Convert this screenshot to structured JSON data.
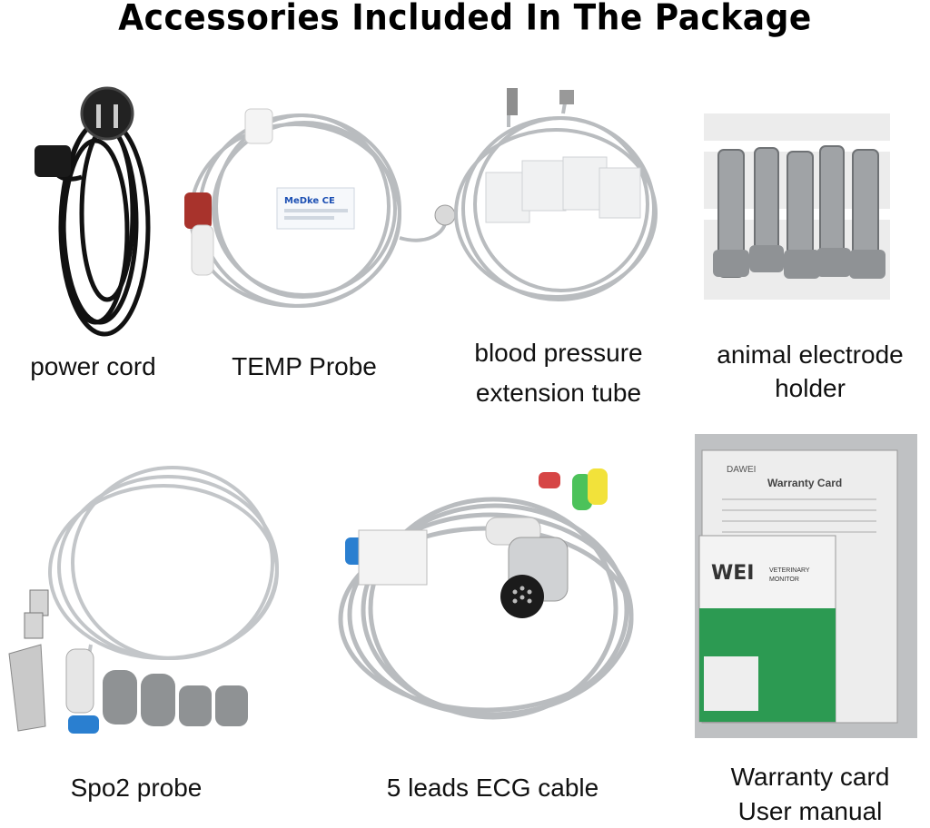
{
  "title": "Accessories Included In The Package",
  "items": [
    {
      "label": "power cord"
    },
    {
      "label": "TEMP Probe"
    },
    {
      "label_line1": "blood pressure",
      "label_line2": "extension tube"
    },
    {
      "label_line1": "animal electrode",
      "label_line2": "holder"
    },
    {
      "label": "Spo2 probe"
    },
    {
      "label": "5 leads ECG cable"
    },
    {
      "label_line1": "Warranty card",
      "label_line2": "User manual"
    }
  ],
  "printed_marks": {
    "temp_probe_tag": "MeDke  CE",
    "warranty_brand": "DAWEI",
    "warranty_heading": "Warranty Card",
    "manual_logo": "WEI",
    "manual_sub1": "VETERINARY",
    "manual_sub2": "MONITOR"
  },
  "colors": {
    "cable_gray": "#b9bcbf",
    "cord_black": "#111111",
    "ecg_blue": "#2a7fd0",
    "ecg_yellow": "#f2e23a",
    "ecg_green": "#4cc25a",
    "manual_green": "#2c9a52",
    "connector_red": "#a8332c"
  }
}
